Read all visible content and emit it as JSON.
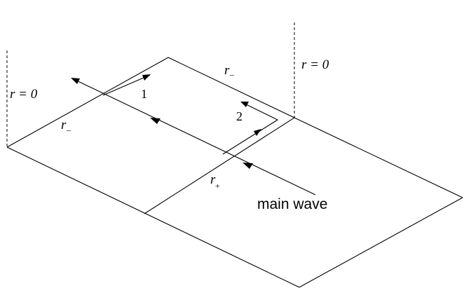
{
  "labels": {
    "r_zero_left": "r = 0",
    "r_zero_right": "r = 0",
    "r_minus_top": "r",
    "r_minus_top_sub": "–",
    "r_minus_left": "r",
    "r_minus_left_sub": "–",
    "r_plus": "r",
    "r_plus_sub": "+",
    "path_1": "1",
    "path_2": "2",
    "main_wave": "main wave"
  }
}
